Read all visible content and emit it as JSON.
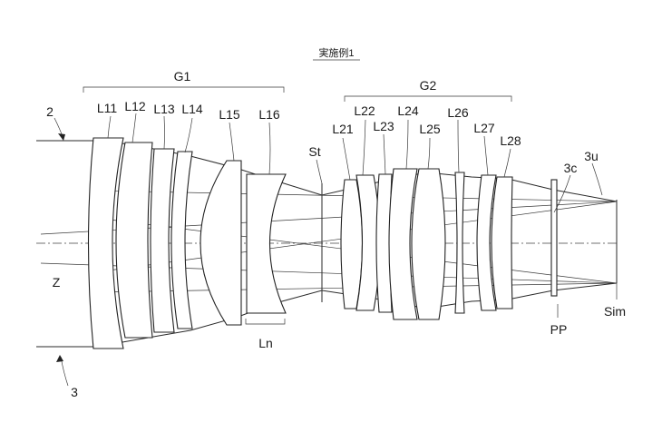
{
  "title": "実施例1",
  "labels": {
    "g1": "G1",
    "g2": "G2",
    "l11": "L11",
    "l12": "L12",
    "l13": "L13",
    "l14": "L14",
    "l15": "L15",
    "l16": "L16",
    "l21": "L21",
    "l22": "L22",
    "l23": "L23",
    "l24": "L24",
    "l25": "L25",
    "l26": "L26",
    "l27": "L27",
    "l28": "L28",
    "st": "St",
    "ln": "Ln",
    "z": "Z",
    "ray2": "2",
    "ray3": "3",
    "c3c": "3c",
    "c3u": "3u",
    "pp": "PP",
    "sim": "Sim"
  }
}
